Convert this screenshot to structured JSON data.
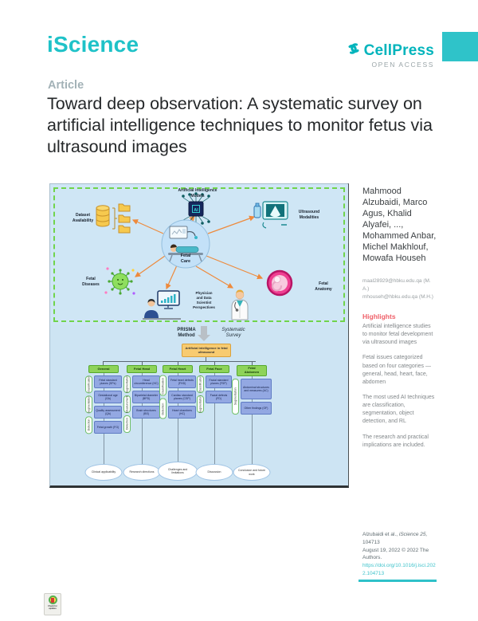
{
  "header": {
    "journal": "iScience",
    "brand": "CellPress",
    "open_access": "OPEN ACCESS"
  },
  "article": {
    "kicker": "Article",
    "title": "Toward deep observation: A systematic survey on artificial intelligence techniques to monitor fetus via ultrasound images"
  },
  "sidebar": {
    "authors": "Mahmood Alzubaidi, Marco Agus, Khalid Alyafei, ..., Mohammed Anbar, Michel Makhlouf, Mowafa Househ",
    "emails": {
      "first": "maal28929@hbku.edu.qa (M.A.)",
      "second": "mhouseh@hbku.edu.qa (M.H.)"
    },
    "highlights_title": "Highlights",
    "highlights": [
      "Artificial intelligence studies to monitor fetal development via ultrasound images",
      "Fetal issues categorized based on four categories — general, head, heart, face, abdomen",
      "The most used AI techniques are classification, segmentation, object detection, and RL",
      "The research and practical implications are included."
    ],
    "citation": {
      "authors": "Alzubaidi et al.,",
      "journal": "iScience",
      "volume": "25,",
      "article_no": "104713",
      "date_line": "August 19, 2022 © 2022 The Authors.",
      "doi": "https://doi.org/10.1016/j.isci.2022.104713"
    }
  },
  "figure": {
    "abstract": {
      "center": "Fetal\nCare",
      "ai_chip": "AI",
      "labels": {
        "models": "Artificial Intelligence\nModels",
        "dataset": "Dataset\nAvailability",
        "ultrasound": "Ultrasound\nModalities",
        "diseases": "Fetal\nDiseases",
        "anatomy": "Fetal\nAnatomy",
        "perspectives": "Physician\nand Data\nScientist\nPerspectives"
      }
    },
    "flow": {
      "method": "PRISMA\nMethod",
      "survey": "Systematic\nSurvey",
      "root": "Artificial intelligence in fetal ultrasound",
      "columns": [
        {
          "header": "General",
          "pills": [
            "Classification",
            "Segmentation",
            "Detection"
          ],
          "boxes": [
            "Fetal standard planes (SPs)",
            "Gestational age (GA)",
            "Quality assessment (QA)",
            "Fetal growth (FG)"
          ],
          "ellipse": "Clinical applicability"
        },
        {
          "header": "Fetal Head",
          "pills": [
            "Segmentation",
            "Measurement",
            "Detection"
          ],
          "boxes": [
            "Head circumference (HC)",
            "Biparietal diameter (BPD)",
            "Brain structures (BS)"
          ],
          "ellipse": "Research directions"
        },
        {
          "header": "Fetal Heart",
          "pills": [
            "Classification",
            "Detection"
          ],
          "boxes": [
            "Fetal heart defects (FHD)",
            "Cardiac standard planes (CSP)",
            "Heart chambers (HC)"
          ],
          "ellipse": "Challenges and limitations"
        },
        {
          "header": "Fetal Face",
          "pills": [
            "Classification",
            "Segmentation"
          ],
          "boxes": [
            "Facial standard planes (FSP)",
            "Facial defects (FD)"
          ],
          "ellipse": "Discussion"
        },
        {
          "header": "Fetal\nAbdomen",
          "pills": [
            "Segmentation"
          ],
          "boxes": [
            "Abdominal structures and measures (AC)",
            "Other findings (OF)"
          ],
          "ellipse": "Conclusion and future work"
        }
      ]
    }
  },
  "badge": {
    "label": "Check for updates"
  },
  "colors": {
    "accent": "#1fc2c8",
    "highlight": "#ef6069",
    "link": "#3fc3cb",
    "figure_bg": "#cfe6f5"
  }
}
